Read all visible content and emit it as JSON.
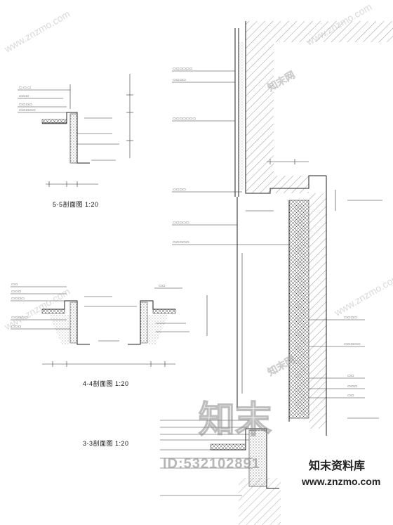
{
  "sections": {
    "s55_title": "5-5剖面图 1:20",
    "s44_title": "4-4剖面图 1:20",
    "s33_title": "3-3剖面图 1:20"
  },
  "watermark": {
    "big_chars": "知末",
    "id_text": "ID:532102891",
    "brand": "知末资料库",
    "url": "www.znzmo.com",
    "diag_url": "www.znzmo.com",
    "logo_text": "知末网"
  }
}
